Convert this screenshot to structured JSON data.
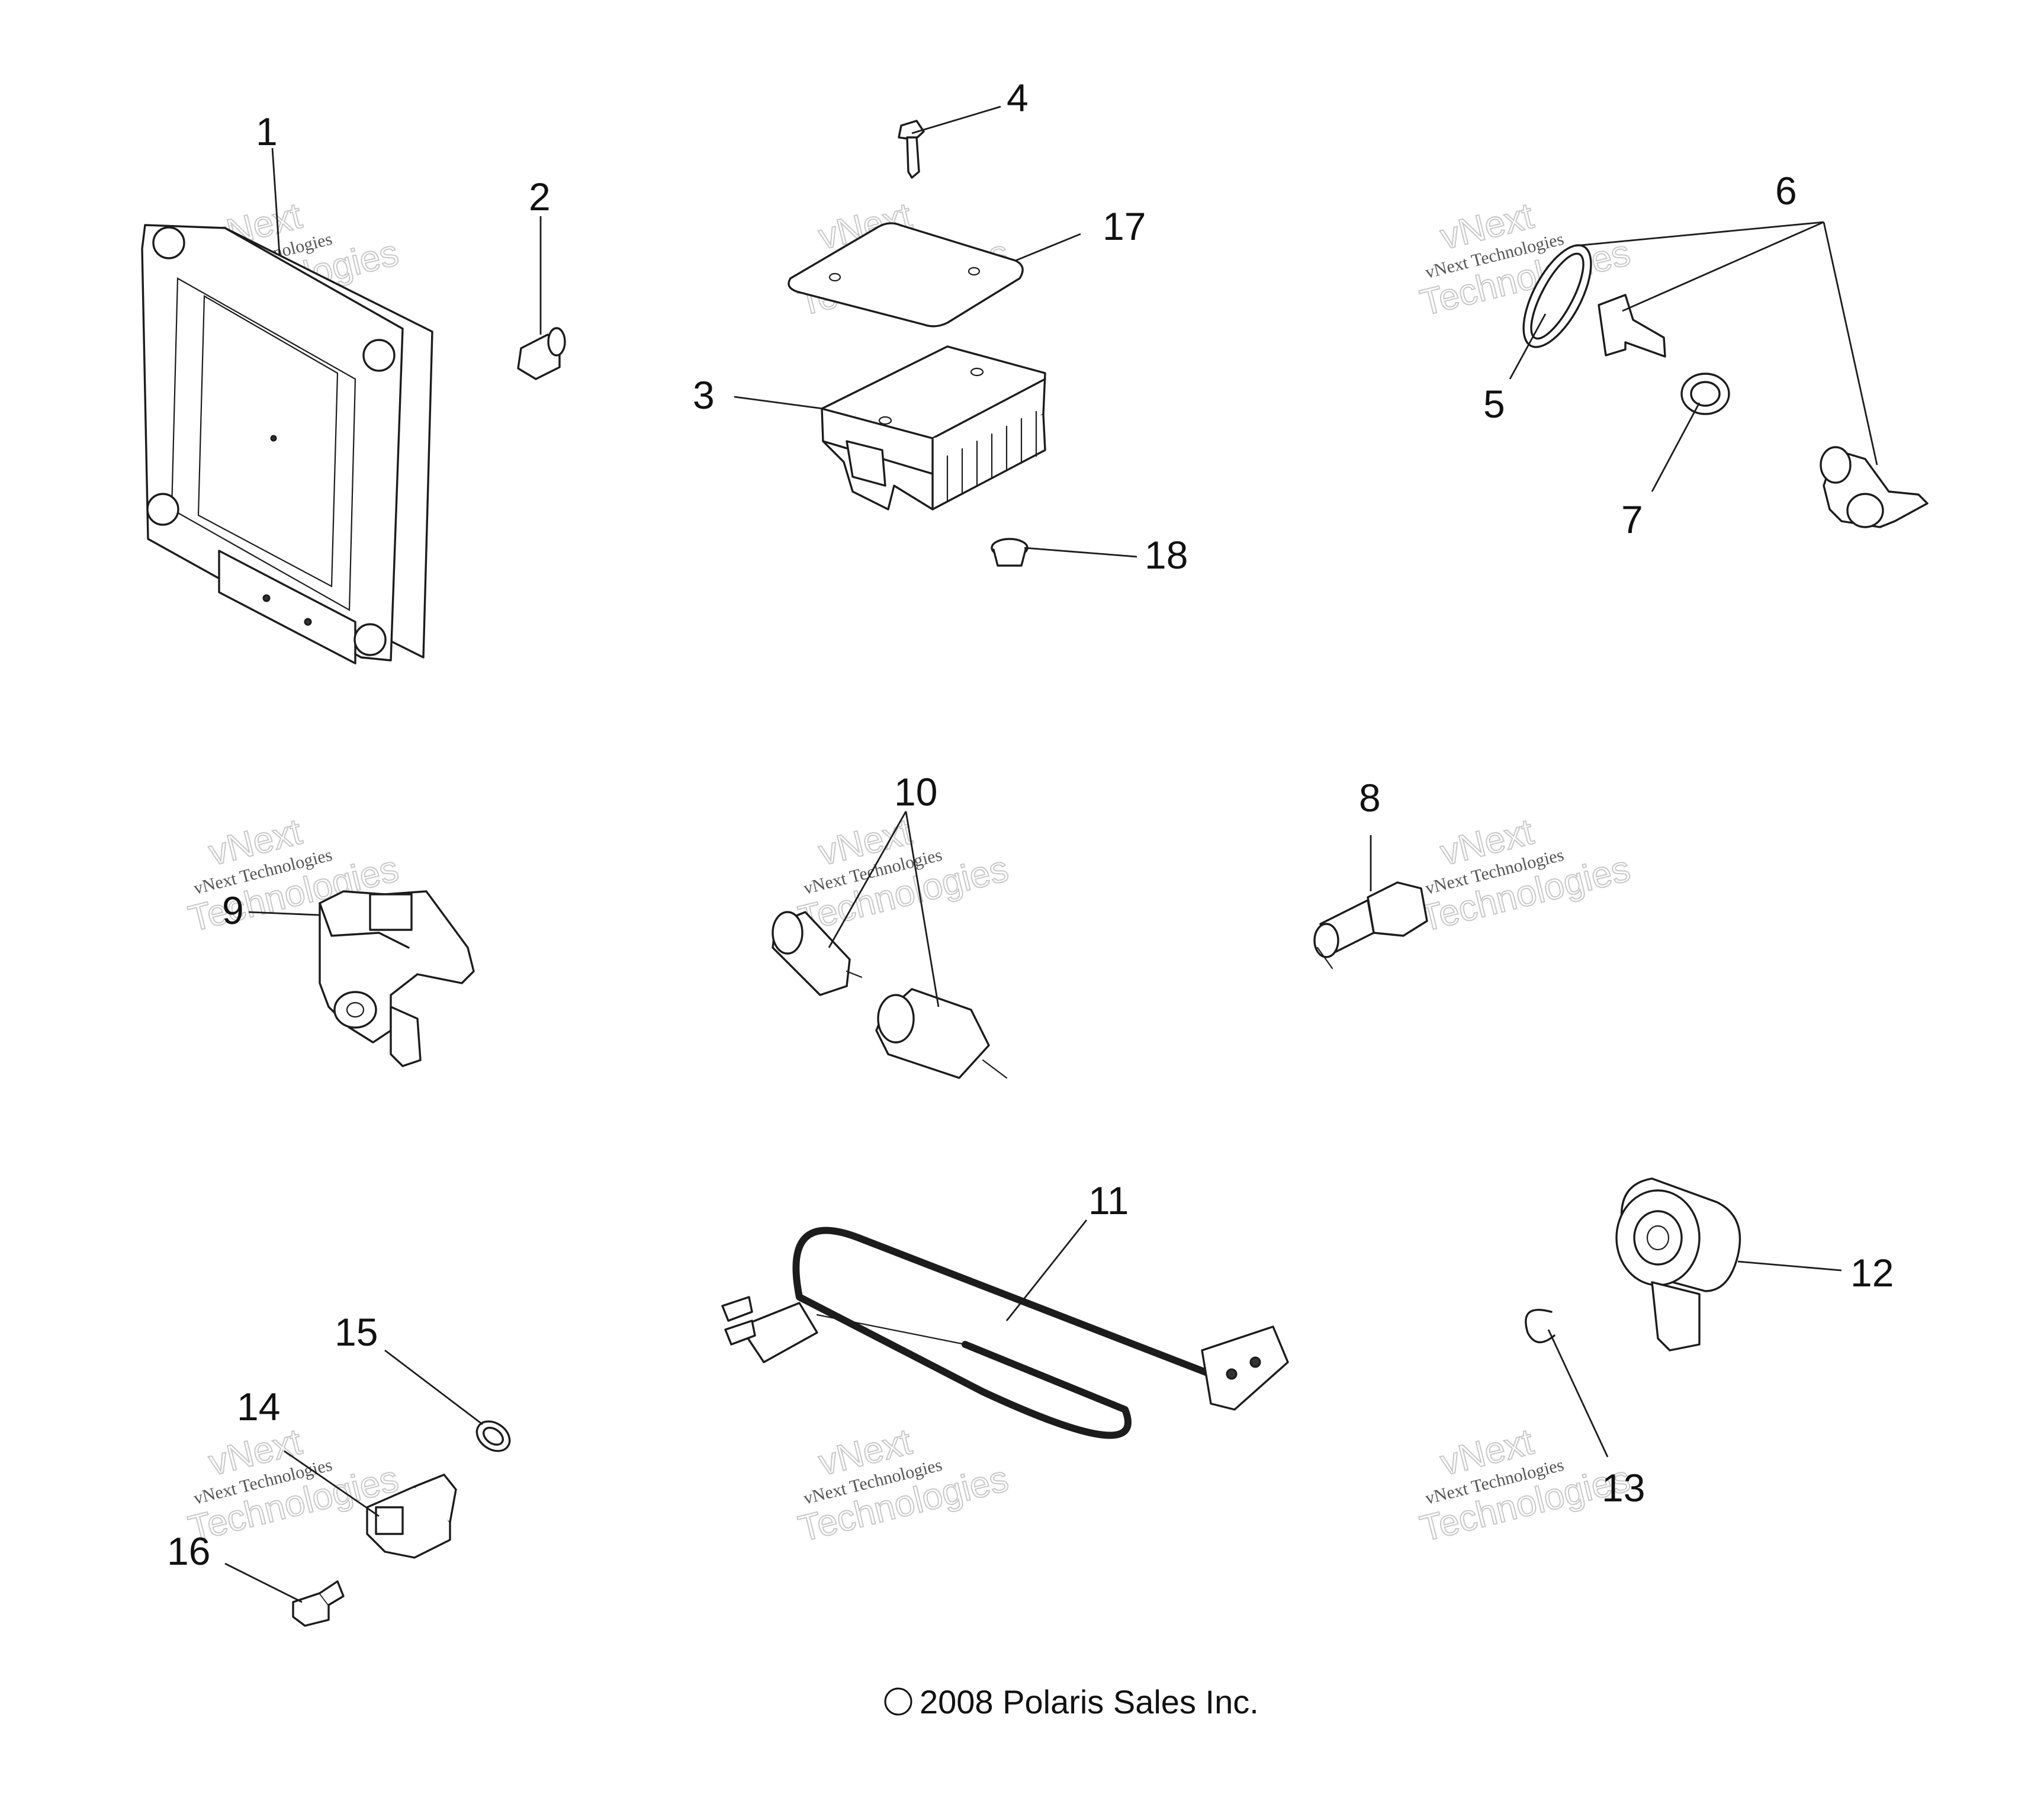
{
  "callouts": {
    "c1": "1",
    "c2": "2",
    "c3": "3",
    "c4": "4",
    "c5": "5",
    "c6": "6",
    "c7": "7",
    "c8": "8",
    "c9": "9",
    "c10": "10",
    "c11": "11",
    "c12": "12",
    "c13": "13",
    "c14": "14",
    "c15": "15",
    "c16": "16",
    "c17": "17",
    "c18": "18"
  },
  "watermark": {
    "line_a": "vNext",
    "line_b": "vNext Technologies",
    "line_c": "Technologies"
  },
  "footer": {
    "copyright_symbol": "©",
    "copyright_text": "2008 Polaris Sales Inc."
  }
}
